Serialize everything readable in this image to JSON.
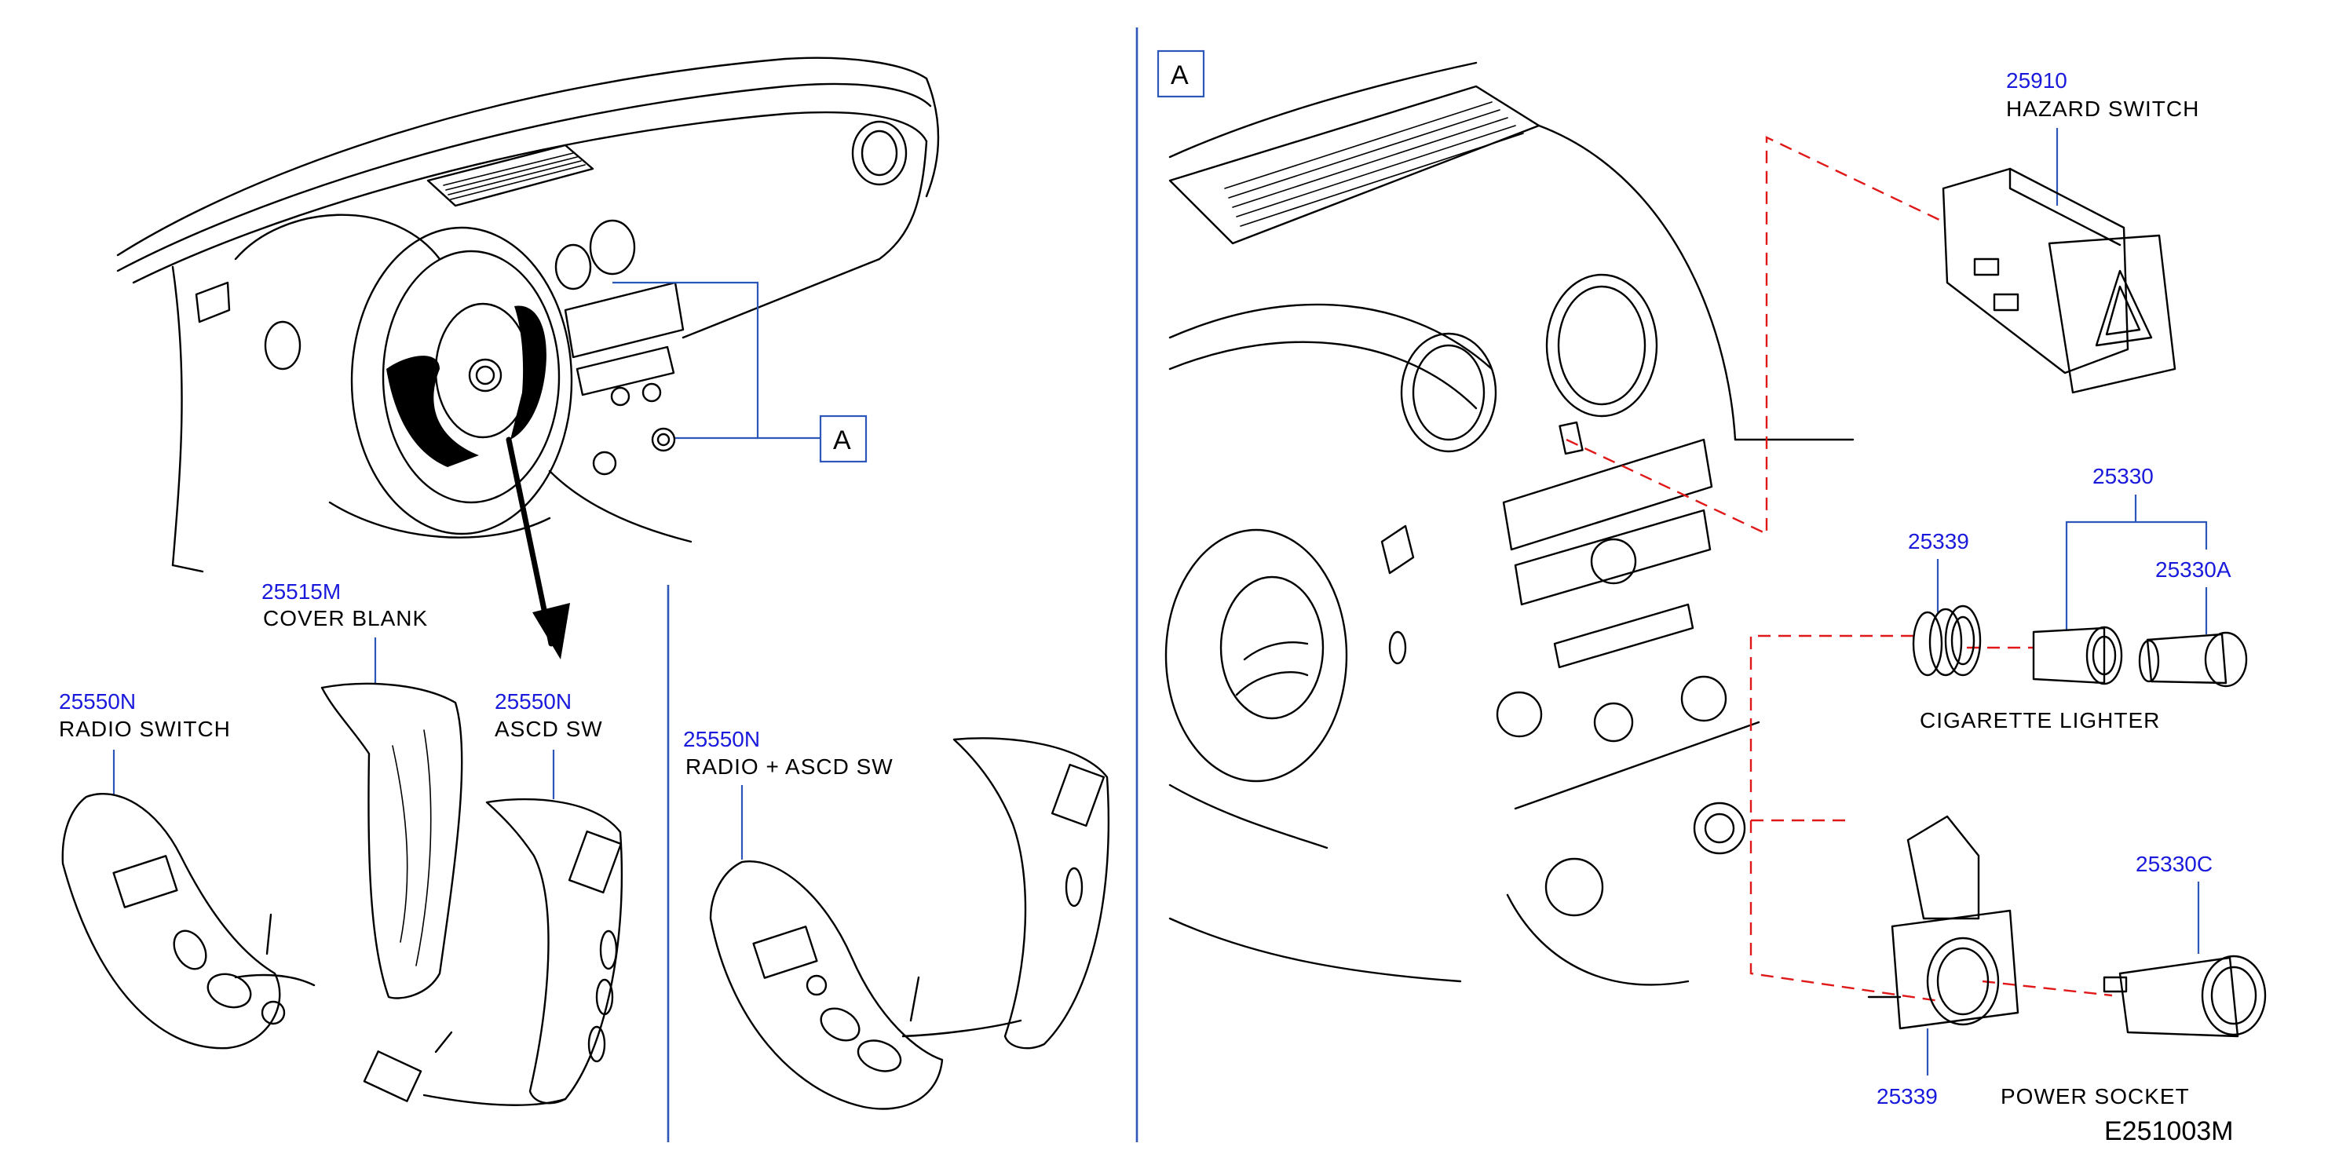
{
  "callout_letter": "A",
  "parts": {
    "cover_blank": {
      "number": "25515M",
      "name": "COVER   BLANK"
    },
    "radio_switch": {
      "number": "25550N",
      "name": "RADIO   SWITCH"
    },
    "ascd_sw": {
      "number": "25550N",
      "name": "ASCD   SW"
    },
    "radio_ascd_sw": {
      "number": "25550N",
      "name": "RADIO   +   ASCD   SW"
    },
    "hazard_switch": {
      "number": "25910",
      "name": "HAZARD   SWITCH"
    },
    "cigarette_lighter": {
      "number": "25330",
      "name": "CIGARETTE   LIGHTER"
    },
    "lighter_knob": {
      "number": "25330A"
    },
    "lighter_ring": {
      "number": "25339"
    },
    "power_socket": {
      "number": "25330C",
      "name": "POWER   SOCKET"
    },
    "socket_ring": {
      "number": "25339"
    }
  },
  "diagram_code": "E251003M"
}
